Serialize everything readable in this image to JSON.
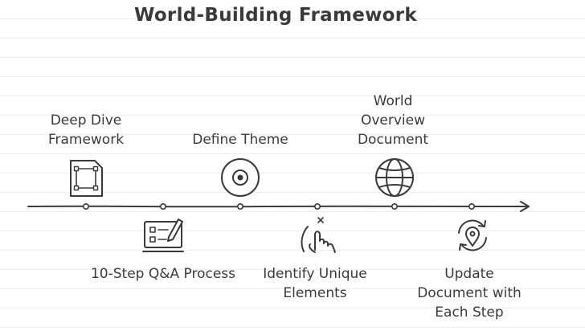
{
  "title": "World-Building Framework",
  "steps": [
    {
      "lines": [
        "Deep Dive",
        "Framework"
      ],
      "icon": "document-frame-icon"
    },
    {
      "lines": [
        "10-Step Q&A Process"
      ],
      "icon": "checklist-pencil-icon"
    },
    {
      "lines": [
        "Define Theme"
      ],
      "icon": "target-icon"
    },
    {
      "lines": [
        "Identify Unique",
        "Elements"
      ],
      "icon": "tap-hand-icon"
    },
    {
      "lines": [
        "World",
        "Overview",
        "Document"
      ],
      "icon": "globe-icon"
    },
    {
      "lines": [
        "Update",
        "Document with",
        "Each Step"
      ],
      "icon": "refresh-location-icon"
    }
  ],
  "colors": {
    "ink": "#3a3a3a",
    "grid": "#eeeeee"
  }
}
